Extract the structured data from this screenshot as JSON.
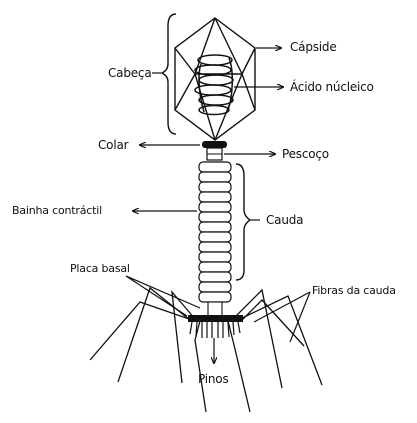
{
  "labels": {
    "capside": "Cápside",
    "cabeca": "Cabeça",
    "acido_nucleico": "Ácido núcleico",
    "colar": "Colar",
    "pescoco": "Pescoço",
    "bainha": "Bainha contráctil",
    "cauda": "Cauda",
    "placa_basal": "Placa basal",
    "fibras": "Fibras da cauda",
    "pinos": "Pinos"
  },
  "colors": {
    "line": "#111111",
    "background": "#ffffff"
  }
}
